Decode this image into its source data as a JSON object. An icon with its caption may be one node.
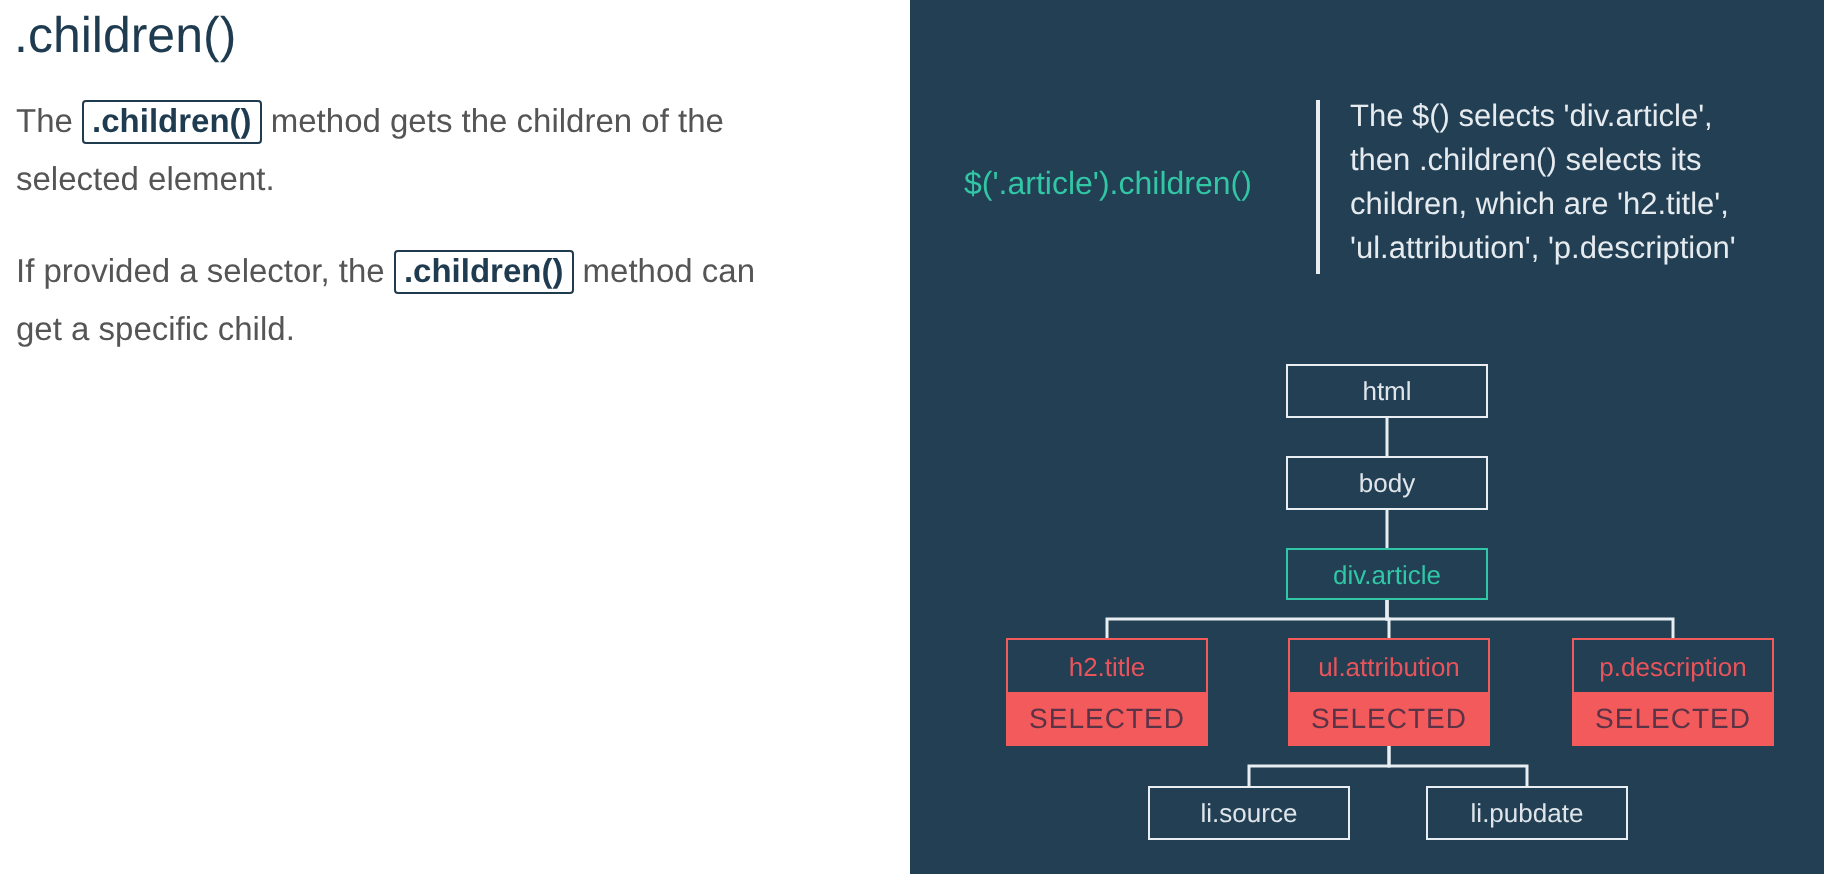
{
  "diagram": {
    "title": ".children()",
    "nodes": [
      {
        "text": [
          "html"
        ]
      },
      {
        "text": [
          "body"
        ]
      },
      {
        "text": [
          "div.article"
        ]
      },
      {
        "text": [
          "h2.title",
          "SELECTED"
        ]
      },
      {
        "text": [
          "ul.attribution",
          "SELECTED"
        ]
      },
      {
        "text": [
          "p.description",
          "SELECTED"
        ]
      },
      {
        "text": [
          "li.source"
        ]
      },
      {
        "text": [
          "li.pubdate"
        ]
      }
    ],
    "edges": [
      {
        "from": 0,
        "to": 1,
        "arrow": "none"
      },
      {
        "from": 1,
        "to": 2,
        "arrow": "none"
      },
      {
        "from": 2,
        "to": 3,
        "arrow": "none"
      },
      {
        "from": 2,
        "to": 4,
        "arrow": "none"
      },
      {
        "from": 2,
        "to": 5,
        "arrow": "none"
      },
      {
        "from": 4,
        "to": 6,
        "arrow": "none"
      },
      {
        "from": 4,
        "to": 7,
        "arrow": "none"
      }
    ],
    "labels": [
      "The **.children()** method gets the children of the selected element.",
      "If provided a selector, the **.children()** method can get a specific child.",
      "$('.article').children()",
      "The $() selects 'div.article', then .children() selects its children, which are 'h2.title', 'ul.attribution', 'p.description'"
    ]
  }
}
